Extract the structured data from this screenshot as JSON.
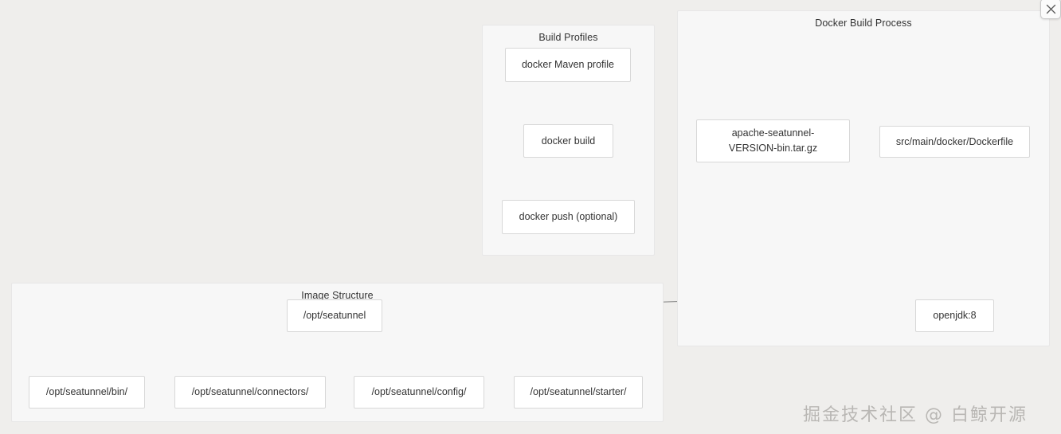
{
  "page": {
    "background_color": "#efeeec",
    "panel_color": "#f7f7f7",
    "node_color": "#ffffff",
    "edge_color": "#888888",
    "text_color": "#333333"
  },
  "window_controls": {
    "close_label": "close-icon",
    "close_glyph": "×"
  },
  "clusters": [
    {
      "id": "build-profiles",
      "label": "Build Profiles"
    },
    {
      "id": "docker-build",
      "label": "Docker Build Process"
    },
    {
      "id": "image-structure",
      "label": "Image Structure"
    }
  ],
  "nodes": [
    {
      "id": "docker-maven-profile",
      "label": "docker Maven profile",
      "cluster": "build-profiles"
    },
    {
      "id": "docker-build",
      "label": "docker build",
      "cluster": "build-profiles"
    },
    {
      "id": "docker-push",
      "label": "docker push (optional)",
      "cluster": "build-profiles"
    },
    {
      "id": "tarball",
      "label": "apache-seatunnel-\nVERSION-bin.tar.gz",
      "cluster": "docker-build"
    },
    {
      "id": "dockerfile",
      "label": "src/main/docker/Dockerfile",
      "cluster": "docker-build"
    },
    {
      "id": "openjdk",
      "label": "openjdk:8",
      "cluster": "docker-build"
    },
    {
      "id": "opt-seatunnel",
      "label": "/opt/seatunnel",
      "cluster": "image-structure"
    },
    {
      "id": "bin",
      "label": "/opt/seatunnel/bin/",
      "cluster": "image-structure"
    },
    {
      "id": "connectors",
      "label": "/opt/seatunnel/connectors/",
      "cluster": "image-structure"
    },
    {
      "id": "config",
      "label": "/opt/seatunnel/config/",
      "cluster": "image-structure"
    },
    {
      "id": "starter",
      "label": "/opt/seatunnel/starter/",
      "cluster": "image-structure"
    }
  ],
  "edges": [
    {
      "from": "docker-maven-profile",
      "to": "docker-build"
    },
    {
      "from": "docker-build",
      "to": "docker-push"
    },
    {
      "from": "dockerfile",
      "to": "openjdk"
    },
    {
      "from": "tarball",
      "to": "opt-seatunnel"
    },
    {
      "from": "opt-seatunnel",
      "to": "bin"
    },
    {
      "from": "opt-seatunnel",
      "to": "connectors"
    },
    {
      "from": "opt-seatunnel",
      "to": "config"
    },
    {
      "from": "opt-seatunnel",
      "to": "starter"
    }
  ],
  "watermark": {
    "text": "掘金技术社区 @ 白鲸开源"
  }
}
